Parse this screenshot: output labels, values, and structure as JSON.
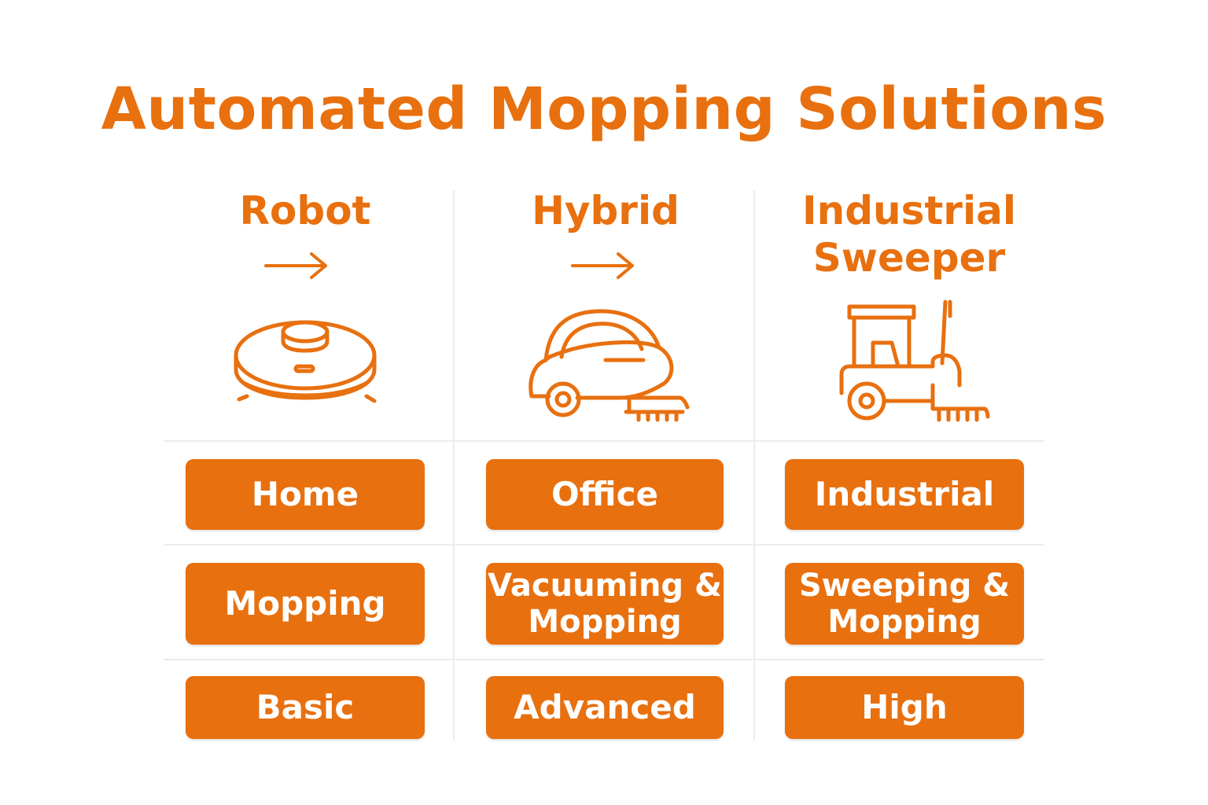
{
  "title": "Automated Mopping Solutions",
  "accent_color": "#e8700f",
  "columns": [
    {
      "name": "Robot",
      "arrow": "→",
      "icon": "robot-vacuum-icon",
      "environment": "Home",
      "function_line1": "Mopping",
      "function_line2": "",
      "level": "Basic"
    },
    {
      "name": "Hybrid",
      "arrow": "→",
      "icon": "hybrid-cleaner-icon",
      "environment": "Office",
      "function_line1": "Vacuuming &",
      "function_line2": "Mopping",
      "level": "Advanced"
    },
    {
      "name_line1": "Industrial",
      "name_line2": "Sweeper",
      "icon": "industrial-sweeper-icon",
      "environment": "Industrial",
      "function_line1": "Sweeping &",
      "function_line2": "Mopping",
      "level": "High"
    }
  ]
}
